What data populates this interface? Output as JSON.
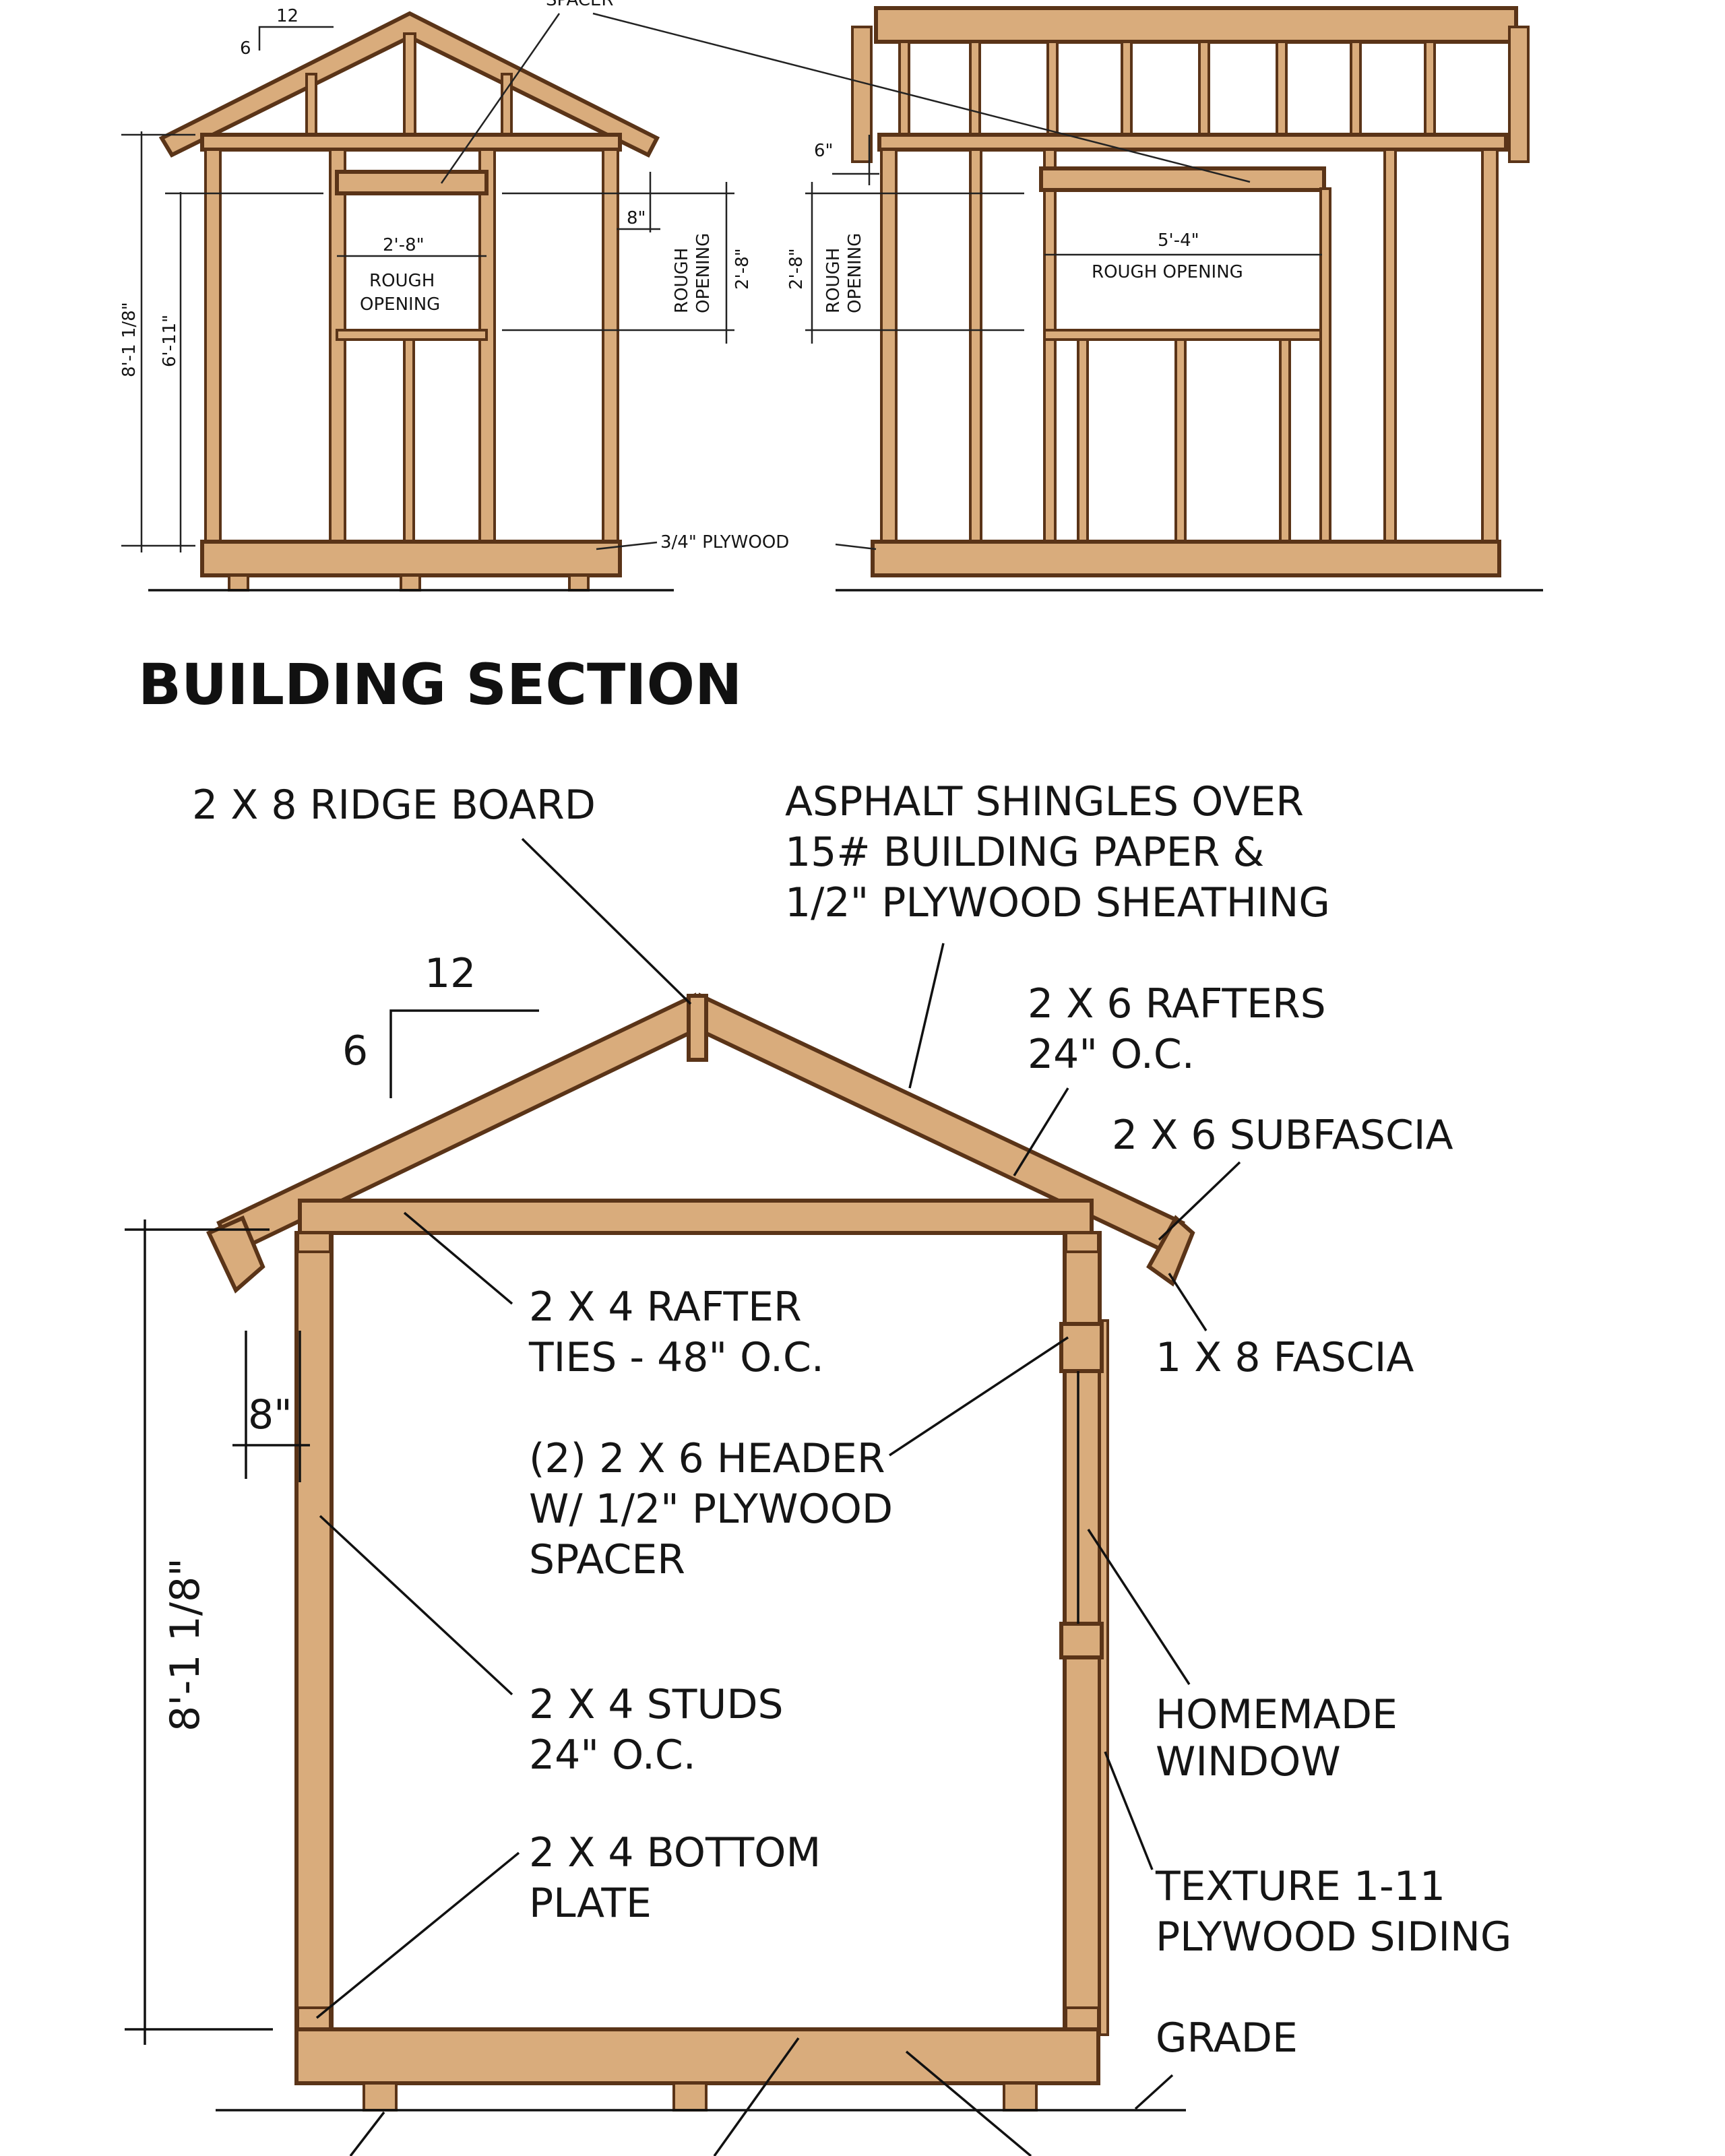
{
  "top_front": {
    "spacer_label": "SPACER",
    "slope_run": "12",
    "slope_rise": "6",
    "width_label": "2'-8\"",
    "rough_opening_line1": "ROUGH",
    "rough_opening_line2": "OPENING",
    "dim_8in": "8\"",
    "side_rough_opening_line1": "ROUGH",
    "side_rough_opening_line2": "OPENING",
    "side_dim": "2'-8\"",
    "overall_height": "8'-1 1/8\"",
    "wall_height": "6'-11\"",
    "plywood_label": "3/4\" PLYWOOD"
  },
  "top_side": {
    "dim_6in": "6\"",
    "side_dim": "2'-8\"",
    "side_rough_opening_line1": "ROUGH",
    "side_rough_opening_line2": "OPENING",
    "width_label": "5'-4\"",
    "rough_opening": "ROUGH OPENING"
  },
  "section": {
    "title": "BUILDING SECTION",
    "ridge_board": "2 X 8 RIDGE BOARD",
    "shingles_line1": "ASPHALT SHINGLES OVER",
    "shingles_line2": "15# BUILDING PAPER &",
    "shingles_line3": "1/2\" PLYWOOD SHEATHING",
    "slope_run": "12",
    "slope_rise": "6",
    "rafters_line1": "2 X 6 RAFTERS",
    "rafters_line2": "24\" O.C.",
    "subfascia": "2 X 6 SUBFASCIA",
    "rafter_ties_line1": "2 X 4 RAFTER",
    "rafter_ties_line2": "TIES - 48\" O.C.",
    "fascia": "1 X 8 FASCIA",
    "dim_8in": "8\"",
    "header_line1": "(2) 2 X 6 HEADER",
    "header_line2": "W/ 1/2\" PLYWOOD",
    "header_line3": "SPACER",
    "overall_height": "8'-1 1/8\"",
    "studs_line1": "2 X 4 STUDS",
    "studs_line2": "24\" O.C.",
    "window_line1": "HOMEMADE",
    "window_line2": "WINDOW",
    "bottom_plate_line1": "2 X 4 BOTTOM",
    "bottom_plate_line2": "PLATE",
    "siding_line1": "TEXTURE 1-11",
    "siding_line2": "PLYWOOD SIDING",
    "grade": "GRADE"
  },
  "colors": {
    "wood": "#d9ac7c",
    "wood_edge": "#5a3418",
    "line": "#111111"
  }
}
